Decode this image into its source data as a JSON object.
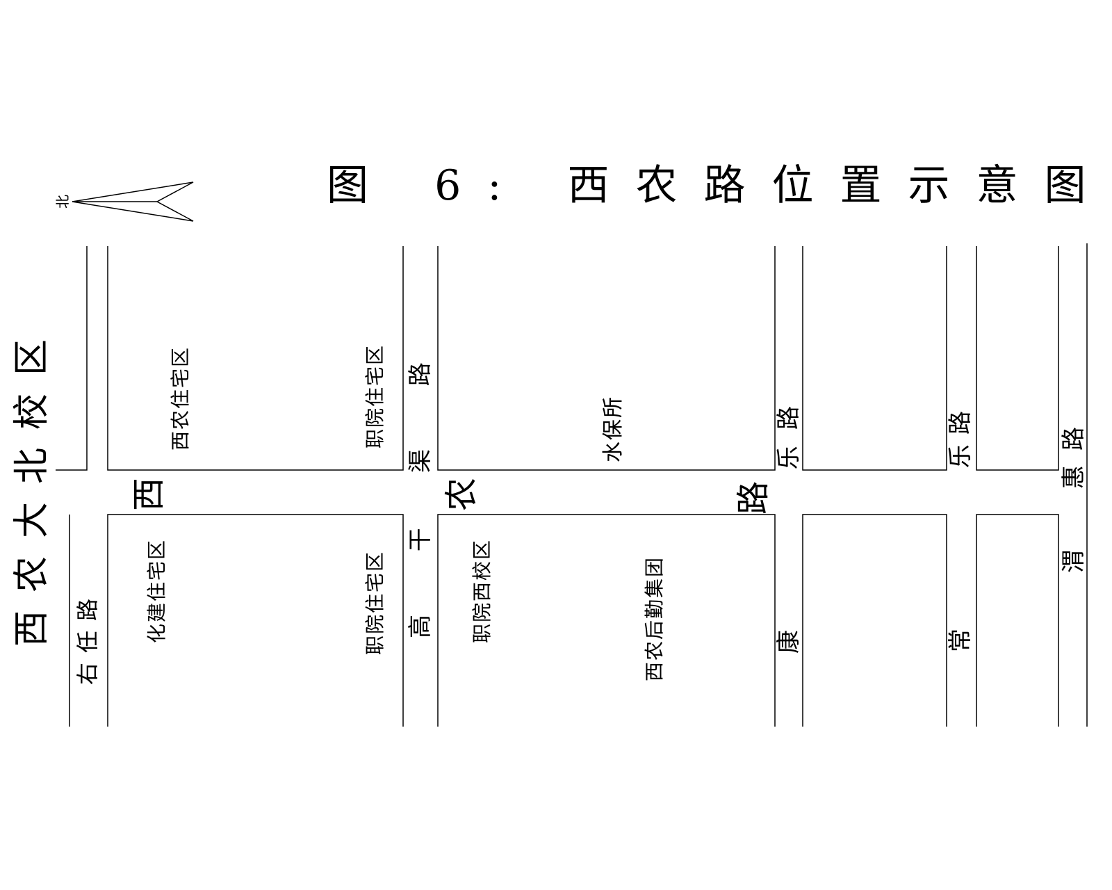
{
  "title": "图 6: 西农路位置示意图",
  "north_label": "北",
  "campus_label": "西农大北校区",
  "roads": {
    "main_xi": "西",
    "main_nong": "农",
    "main_lu": "路",
    "youzhu_road": "右任路",
    "gaogan_upper": "渠 路",
    "gaogan_lower": "高 干",
    "kangle_upper": "路",
    "kangle_lower": "康 乐",
    "changle_upper": "路",
    "changle_lower": "常 乐",
    "weihui_upper": "路",
    "weihui_lower": "渭 惠"
  },
  "areas": {
    "xinong_residential": "西农住宅区",
    "zhiyuan_residential_north": "职院住宅区",
    "water_soil_institute": "水保所",
    "huajian_residential": "化建住宅区",
    "zhiyuan_residential_south": "职院住宅区",
    "zhiyuan_west_campus": "职院西校区",
    "xinong_logistics_group": "西农后勤集团"
  },
  "colors": {
    "line": "#000000",
    "background": "#ffffff"
  }
}
